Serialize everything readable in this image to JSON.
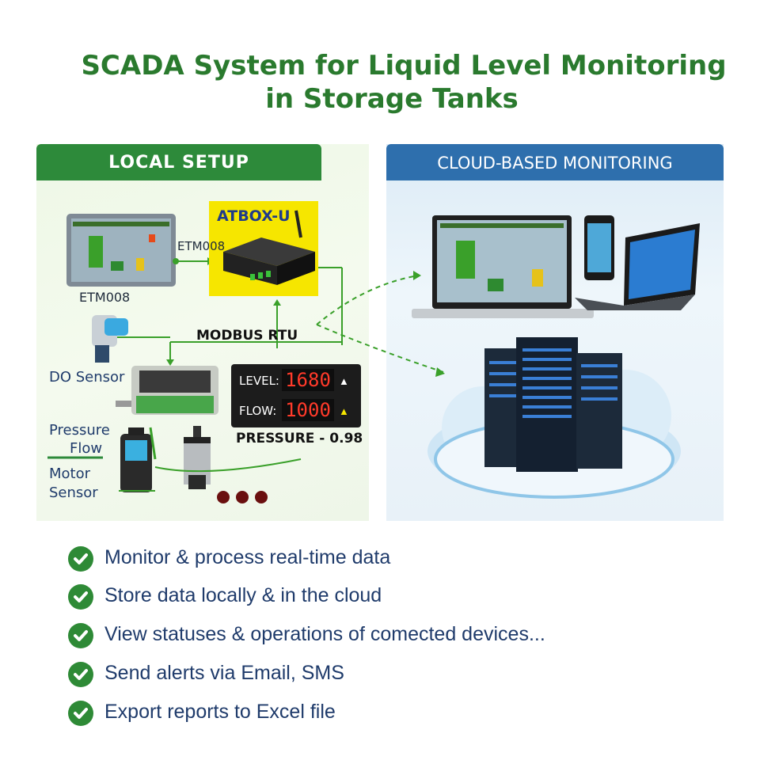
{
  "title": {
    "line1": "SCADA System for Liquid Level Monitoring",
    "line2": "in Storage Tanks"
  },
  "local": {
    "header": "LOCAL SETUP",
    "hmi_label": "ETM008",
    "link_label": "ETM008",
    "gateway_label": "ATBOX-U",
    "protocol": "MODBUS RTU",
    "do_sensor": "DO Sensor",
    "pressure_flow_1": "Pressure",
    "pressure_flow_2": "Flow",
    "motor_sensor_1": "Motor",
    "motor_sensor_2": "Sensor",
    "readout": {
      "level_key": "LEVEL:",
      "level_value": "1680",
      "flow_key": "FLOW:",
      "flow_value": "1000"
    },
    "pressure_text": "PRESSURE - 0.98"
  },
  "cloud": {
    "header": "CLOUD-BASED MONITORING"
  },
  "features": [
    "Monitor & process real-time data",
    "Store data locally & in the cloud",
    "View statuses & operations of comected devices...",
    "Send alerts via Email, SMS",
    "Export reports to Excel file"
  ],
  "colors": {
    "green": "#2d8a3a",
    "blue": "#2e6fad",
    "navy": "#1f3b6b",
    "accent_yellow": "#f6e600"
  }
}
